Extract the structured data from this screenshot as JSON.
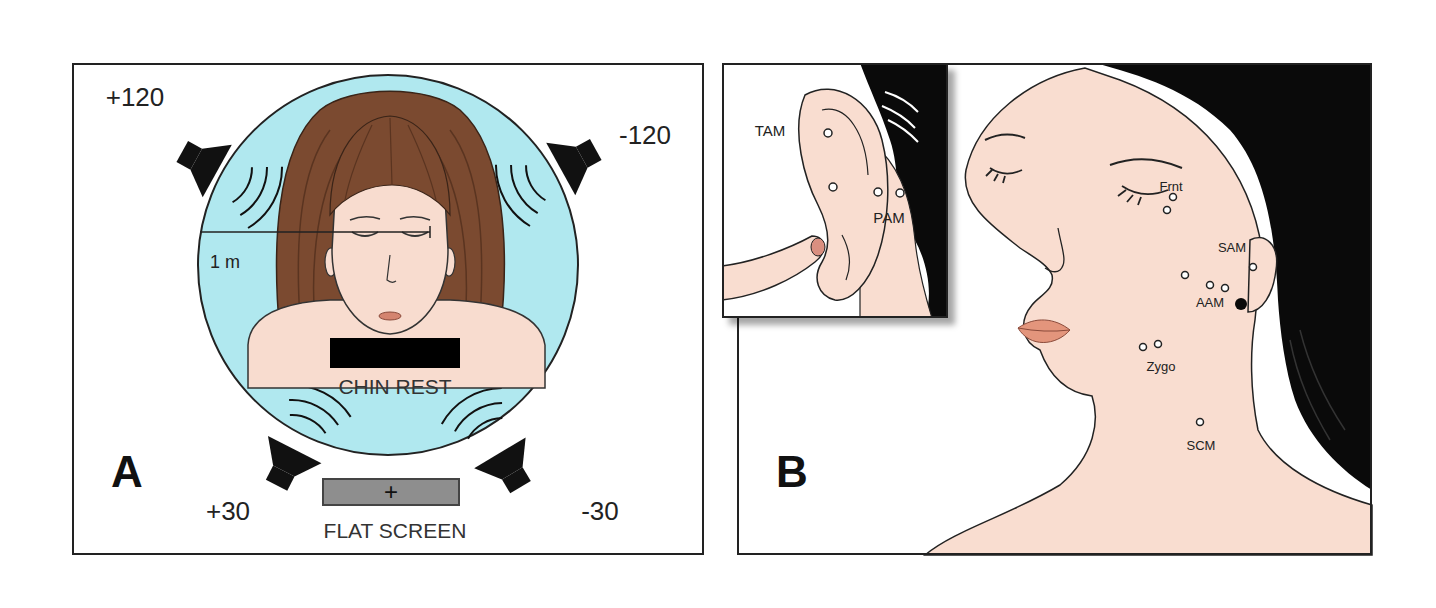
{
  "diagram": {
    "nodes": [
      {
        "text": [
          "A"
        ]
      },
      {
        "text": [
          "B"
        ]
      },
      {
        "text": [
          "CHIN REST"
        ],
        "in": 0
      },
      {
        "text": [
          "+",
          "FLAT SCREEN"
        ],
        "in": 0
      },
      {
        "text": [
          "TAM",
          "PAM"
        ],
        "in": 1
      }
    ],
    "labels": [
      "+120",
      "-120",
      "1 m",
      "+30",
      "-30",
      "Frnt",
      "SAM",
      "AAM",
      "Zygo",
      "SCM"
    ]
  }
}
